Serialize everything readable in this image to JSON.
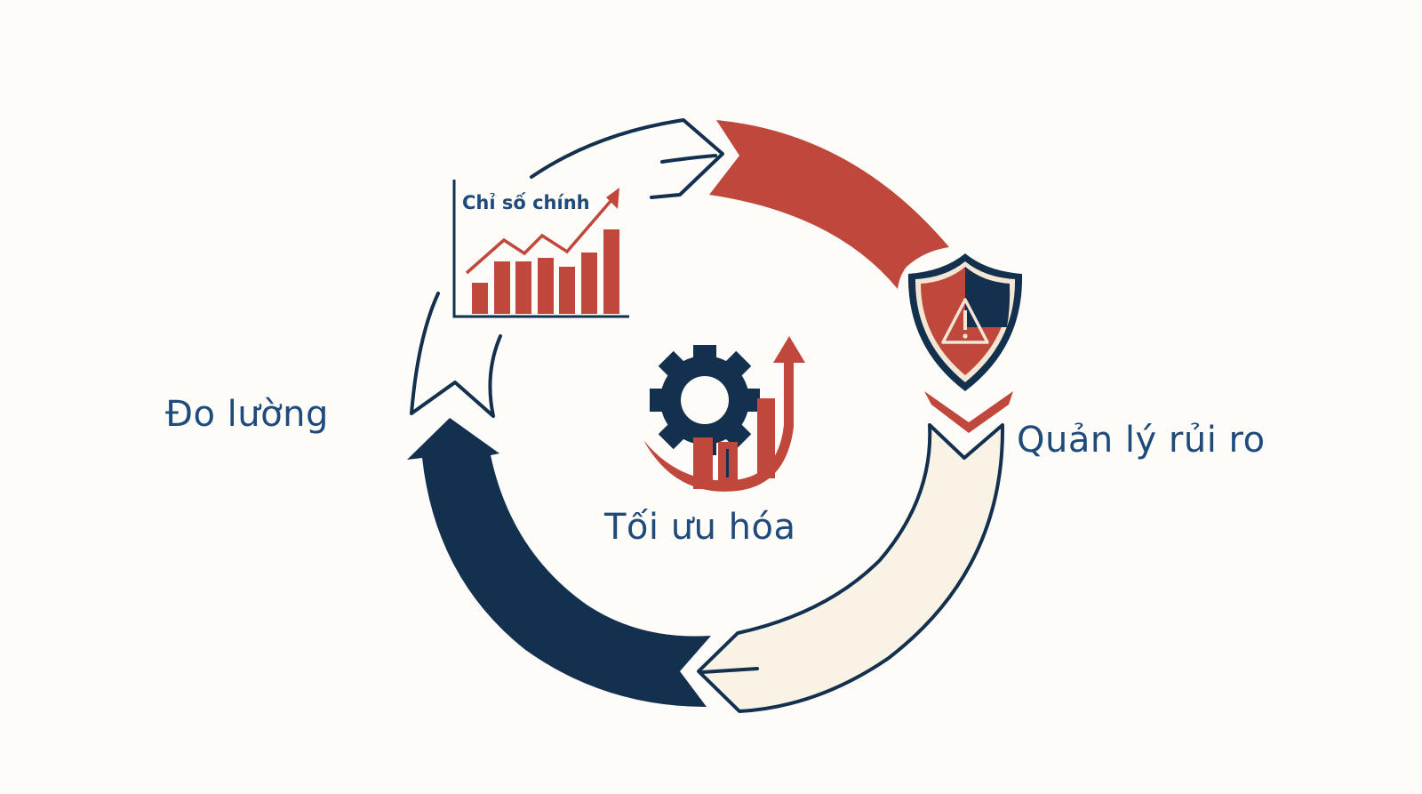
{
  "diagram": {
    "type": "cycle",
    "stages": [
      {
        "label": "Đo lường",
        "position": "left",
        "arrow_color": "#14304f"
      },
      {
        "label": "Quản lý rủi ro",
        "position": "right",
        "arrow_color": "#f8f3e4"
      },
      {
        "label": "Tối ưu hóa",
        "position": "center",
        "arrow_color": "#c0473c"
      }
    ],
    "chart_icon": {
      "title": "Chỉ số chính",
      "bars": [
        0.22,
        0.55,
        0.55,
        0.58,
        0.48,
        0.62,
        0.88
      ],
      "trend_line": "up",
      "color": "#c0473c"
    },
    "icons": [
      "bar-chart-icon",
      "shield-warning-icon",
      "gear-growth-icon"
    ]
  },
  "colors": {
    "background": "#fdfcf9",
    "navy": "#14304f",
    "red": "#c0473c",
    "cream": "#f8f3e4",
    "text": "#1e4a7c"
  }
}
